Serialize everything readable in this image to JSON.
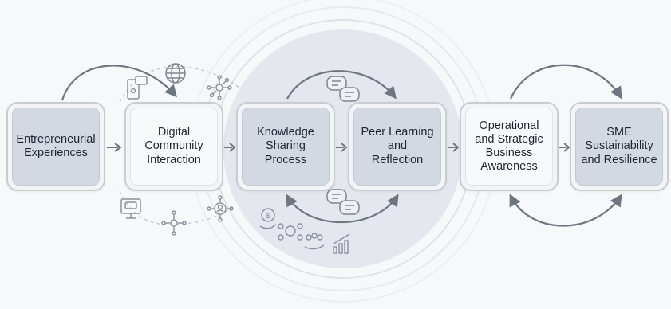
{
  "diagram": {
    "nodes": [
      {
        "id": "entrepreneurial-experiences",
        "label": "Entrepreneurial\nExperiences",
        "style": "dark"
      },
      {
        "id": "digital-community-interaction",
        "label": "Digital\nCommunity\nInteraction",
        "style": "light"
      },
      {
        "id": "knowledge-sharing-process",
        "label": "Knowledge\nSharing\nProcess",
        "style": "dark"
      },
      {
        "id": "peer-learning-reflection",
        "label": "Peer Learning\nand\nReflection",
        "style": "dark"
      },
      {
        "id": "operational-strategic-awareness",
        "label": "Operational\nand Strategic\nBusiness\nAwareness",
        "style": "light"
      },
      {
        "id": "sme-sustainability-resilience",
        "label": "SME\nSustainability\nand Resilience",
        "style": "dark"
      }
    ],
    "connectors": [
      "arrow-right",
      "arrow-right",
      "arrow-right",
      "arrow-right",
      "arrow-right"
    ],
    "icons": [
      "mobile-chat-icon",
      "globe-icon",
      "network-hub-icon",
      "network-hub-icon",
      "monitor-chat-icon",
      "network-hub-icon",
      "network-user-icon",
      "chat-bubbles-icon",
      "chat-bubbles-icon",
      "money-hand-icon",
      "people-money-icon",
      "team-hand-icon",
      "growth-chart-icon"
    ],
    "colors": {
      "node_dark": "#d3d9e3",
      "node_light": "#f8f9fb",
      "node_border": "#c9ccd1",
      "arrow": "#6e7682",
      "center_circle": "#e4e7ed"
    }
  }
}
